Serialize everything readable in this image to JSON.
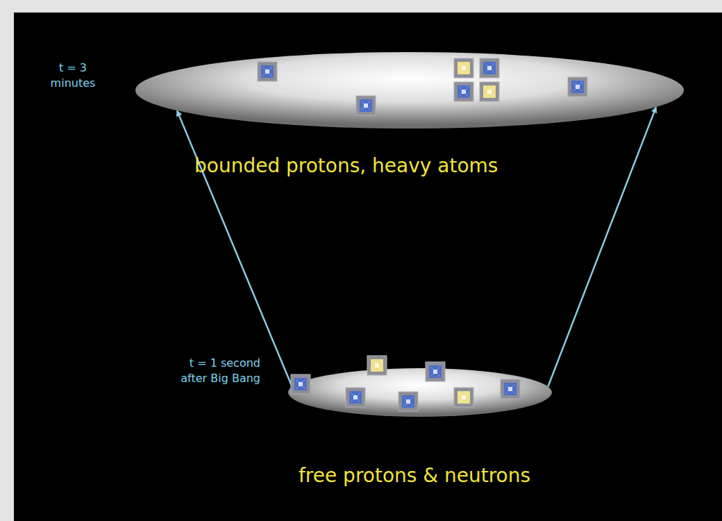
{
  "diagram": {
    "nodes": [
      {
        "text": [
          "t = 3 minutes",
          "bounded protons, heavy atoms"
        ]
      },
      {
        "text": [
          "t = 1 second after Big Bang",
          "free protons & neutrons"
        ]
      }
    ],
    "edges": [
      {
        "from": 1,
        "to": 0,
        "arrow": "to"
      },
      {
        "from": 1,
        "to": 0,
        "arrow": "to"
      }
    ]
  }
}
